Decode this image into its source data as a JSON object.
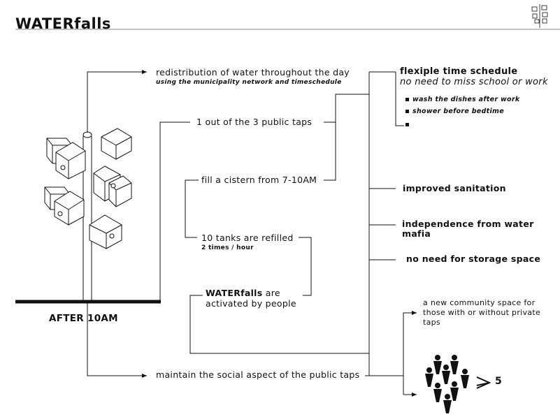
{
  "title": "WATERfalls",
  "after_label": "AFTER 10AM",
  "nodes": {
    "redistribution": "redistribution of water throughout the day",
    "redistribution_sub": "using the municipality network and timeschedule",
    "public_taps": "1 out of the 3 public taps",
    "cistern": "fill a cistern from 7-10AM",
    "tanks": "10 tanks are refilled",
    "tanks_sub": "2 times / hour",
    "activated_name": "WATERfalls",
    "activated_rest": " are",
    "activated_line2": "activated by people",
    "social": "maintain the social aspect of the public taps"
  },
  "outcomes": {
    "flexible_title": "flexiple time schedule",
    "flexible_sub": "no need to miss school or work",
    "bullets": [
      "wash the dishes after work",
      "shower before bedtime",
      ""
    ],
    "sanitation": "improved sanitation",
    "independence_1": "independence from water",
    "independence_2": "mafia",
    "storage": "no need for storage space",
    "community": "a new community space for those with or without private taps",
    "people_count": "5"
  },
  "icons": [
    "logo-tree-icon",
    "water-tower-icon",
    "people-group-icon",
    "arrow-right-icon",
    "greater-than-icon"
  ]
}
